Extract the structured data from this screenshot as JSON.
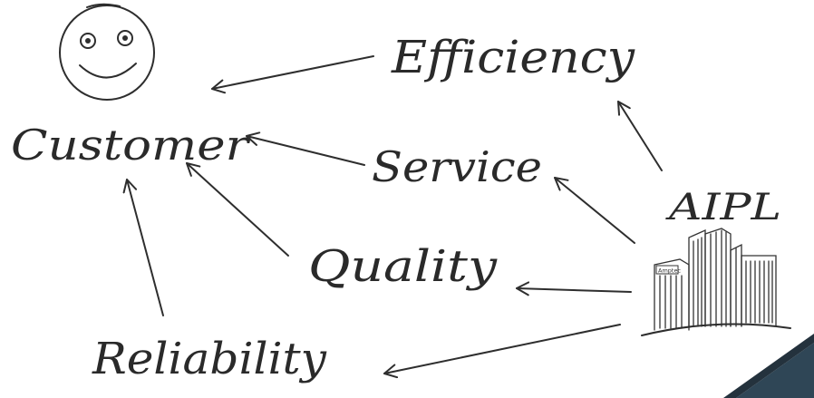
{
  "nodes": {
    "customer": "Customer",
    "efficiency": "Efficiency",
    "service": "Service",
    "quality": "Quality",
    "reliability": "Reliability",
    "aipl": "AIPL"
  },
  "building_sign": "Amptec",
  "colors": {
    "ink": "#2a2a2a",
    "corner_accent": "#2f4656",
    "corner_accent_dark": "#24323d"
  },
  "icons": {
    "customer": "smiley-face-icon",
    "company": "office-building-icon"
  }
}
